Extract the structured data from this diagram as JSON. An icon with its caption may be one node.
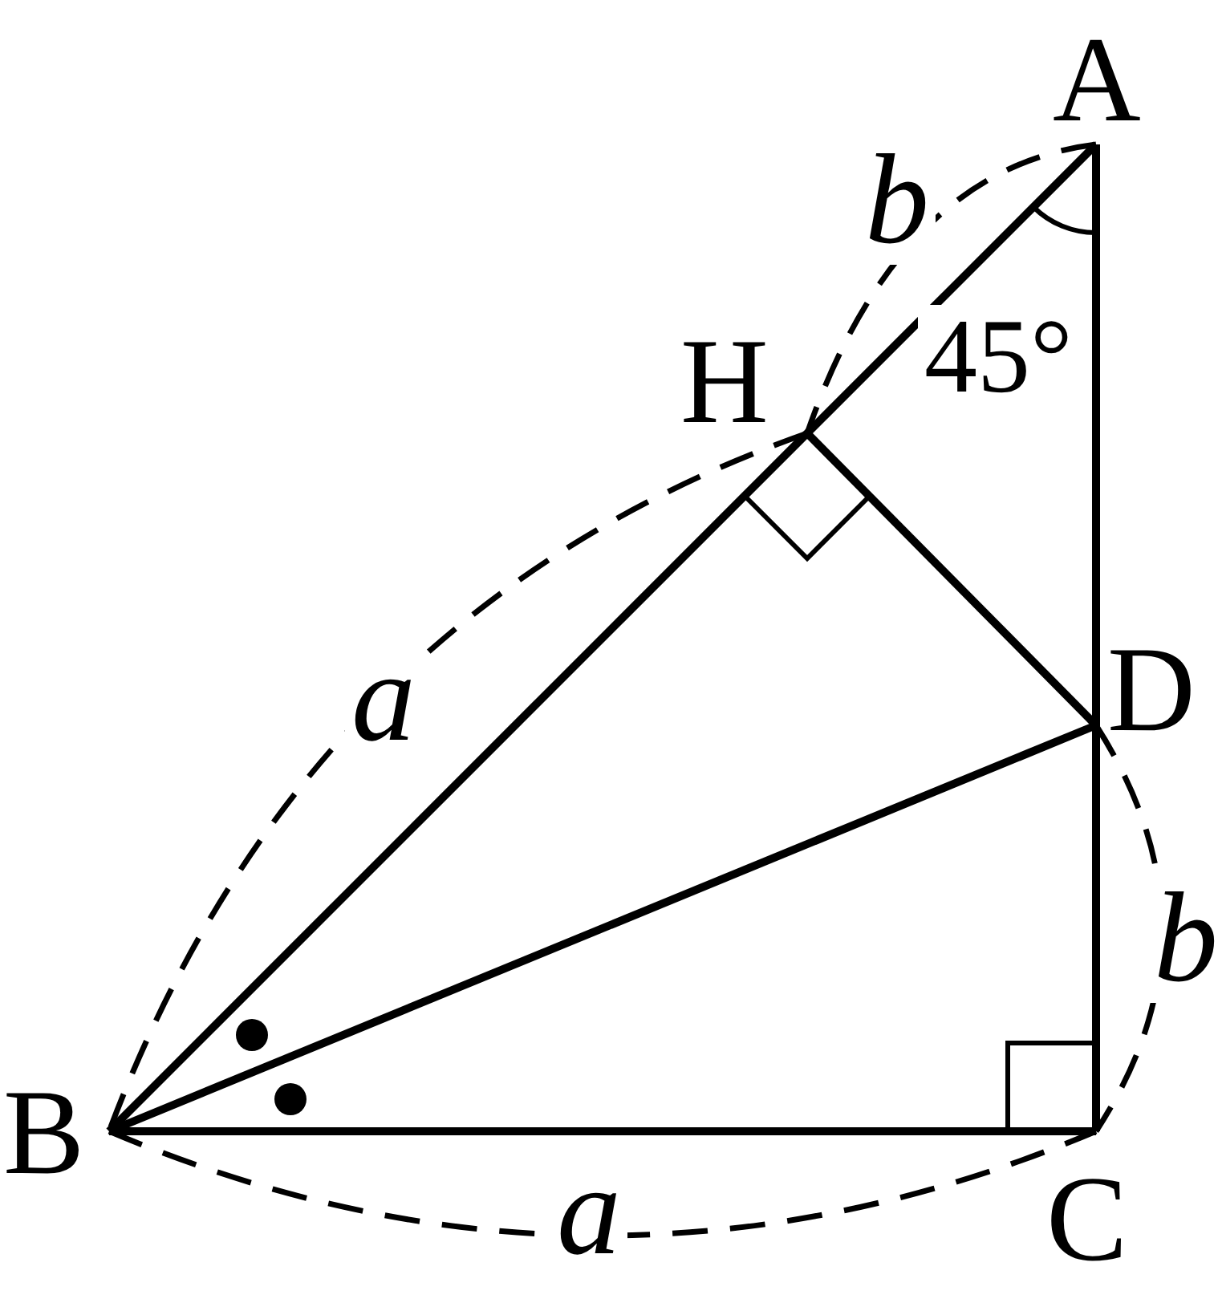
{
  "diagram": {
    "nodes": [
      {
        "text": [
          "A"
        ]
      },
      {
        "text": [
          "H"
        ]
      },
      {
        "text": [
          "D"
        ]
      },
      {
        "text": [
          "B"
        ]
      },
      {
        "text": [
          "C"
        ]
      }
    ],
    "edges": [
      {
        "from": 0,
        "to": 1,
        "arrow": "none"
      },
      {
        "from": 1,
        "to": 3,
        "arrow": "none"
      },
      {
        "from": 0,
        "to": 2,
        "arrow": "none"
      },
      {
        "from": 2,
        "to": 4,
        "arrow": "none"
      },
      {
        "from": 3,
        "to": 4,
        "arrow": "none"
      },
      {
        "from": 3,
        "to": 2,
        "arrow": "none"
      },
      {
        "from": 1,
        "to": 2,
        "arrow": "none"
      }
    ],
    "labels": [
      "b",
      "45°",
      "a",
      "b",
      "a"
    ]
  }
}
